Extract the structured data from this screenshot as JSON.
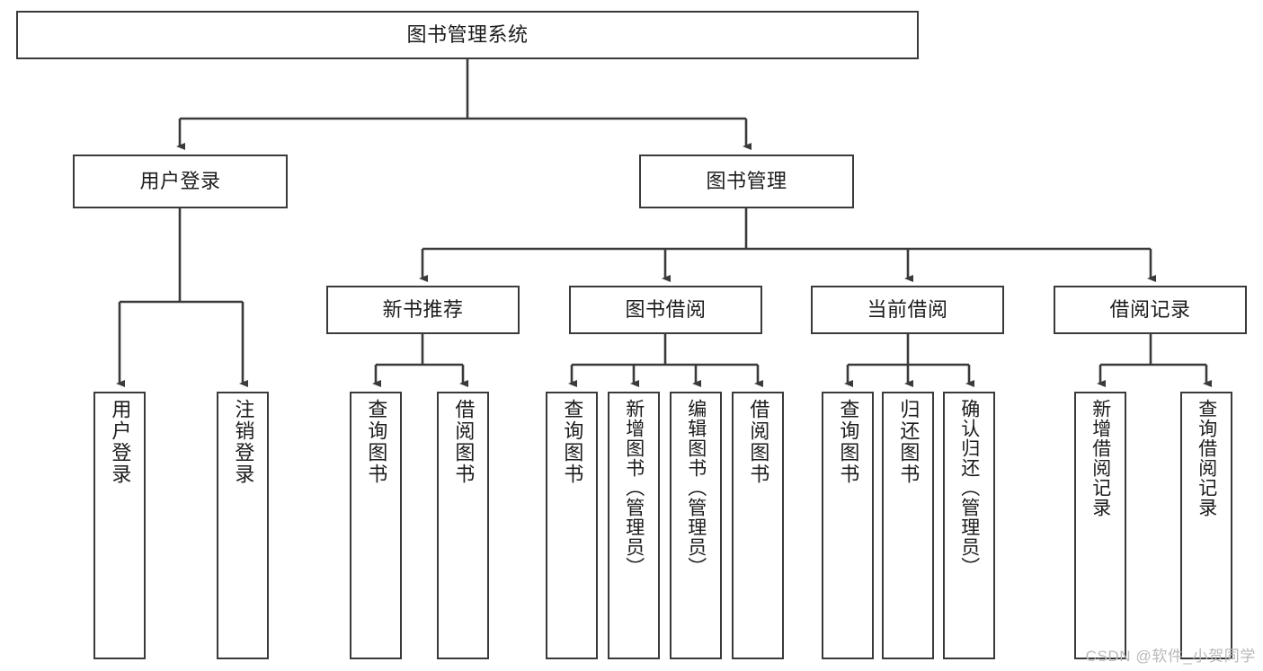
{
  "diagram": {
    "type": "tree-hierarchy",
    "title": "图书管理系统",
    "root": {
      "id": "root",
      "label": "图书管理系统"
    },
    "level2": [
      {
        "id": "user-login",
        "label": "用户登录"
      },
      {
        "id": "book-manage",
        "label": "图书管理"
      }
    ],
    "level3": [
      {
        "id": "new-book-rec",
        "label": "新书推荐",
        "parent": "book-manage"
      },
      {
        "id": "book-borrow",
        "label": "图书借阅",
        "parent": "book-manage"
      },
      {
        "id": "current-borrow",
        "label": "当前借阅",
        "parent": "book-manage"
      },
      {
        "id": "borrow-record",
        "label": "借阅记录",
        "parent": "book-manage"
      }
    ],
    "leaves": [
      {
        "id": "leaf-user-login",
        "label": "用户登录",
        "parent": "user-login"
      },
      {
        "id": "leaf-logout",
        "label": "注销登录",
        "parent": "user-login"
      },
      {
        "id": "leaf-query-book-1",
        "label": "查询图书",
        "parent": "new-book-rec"
      },
      {
        "id": "leaf-borrow-book-1",
        "label": "借阅图书",
        "parent": "new-book-rec"
      },
      {
        "id": "leaf-query-book-2",
        "label": "查询图书",
        "parent": "book-borrow"
      },
      {
        "id": "leaf-add-book",
        "label": "新增图书（管理员）",
        "parent": "book-borrow"
      },
      {
        "id": "leaf-edit-book",
        "label": "编辑图书（管理员）",
        "parent": "book-borrow"
      },
      {
        "id": "leaf-borrow-book-2",
        "label": "借阅图书",
        "parent": "book-borrow"
      },
      {
        "id": "leaf-query-book-3",
        "label": "查询图书",
        "parent": "current-borrow"
      },
      {
        "id": "leaf-return-book",
        "label": "归还图书",
        "parent": "current-borrow"
      },
      {
        "id": "leaf-confirm-return",
        "label": "确认归还（管理员）",
        "parent": "current-borrow"
      },
      {
        "id": "leaf-add-record",
        "label": "新增借阅记录",
        "parent": "borrow-record"
      },
      {
        "id": "leaf-query-record",
        "label": "查询借阅记录",
        "parent": "borrow-record"
      }
    ]
  },
  "watermark": {
    "text": "CSDN @软件_小贺同学"
  },
  "colors": {
    "stroke": "#3a3a3a",
    "background": "#ffffff",
    "text": "#1c1c1c",
    "watermark": "#b9b9b9"
  }
}
